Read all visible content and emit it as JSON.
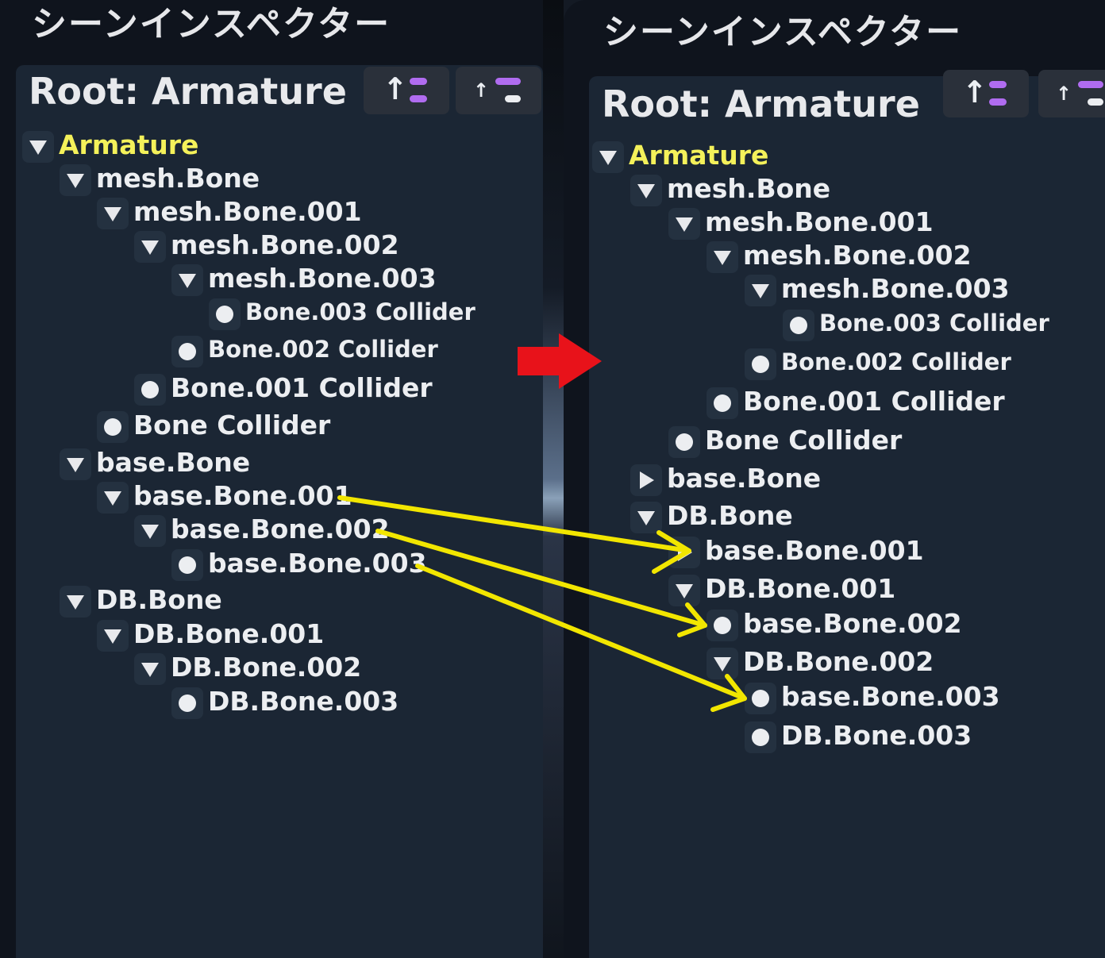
{
  "panel_title": "シーンインスペクター",
  "root_label": "Root: Armature",
  "colors": {
    "root_node": "#f4f15a",
    "sort_accent": "#b06cf0",
    "mapping_arrow": "#f2e600",
    "transition_arrow": "#e8121a"
  },
  "left_tree": [
    {
      "label": "Armature",
      "state": "expanded",
      "depth": 0
    },
    {
      "label": "mesh.Bone",
      "state": "expanded",
      "depth": 1
    },
    {
      "label": "mesh.Bone.001",
      "state": "expanded",
      "depth": 2
    },
    {
      "label": "mesh.Bone.002",
      "state": "expanded",
      "depth": 3
    },
    {
      "label": "mesh.Bone.003",
      "state": "expanded",
      "depth": 4
    },
    {
      "label": "Bone.003 Collider",
      "state": "leaf",
      "depth": 5
    },
    {
      "label": "Bone.002 Collider",
      "state": "leaf",
      "depth": 4
    },
    {
      "label": "Bone.001 Collider",
      "state": "leaf",
      "depth": 3
    },
    {
      "label": "Bone Collider",
      "state": "leaf",
      "depth": 2
    },
    {
      "label": "base.Bone",
      "state": "expanded",
      "depth": 1
    },
    {
      "label": "base.Bone.001",
      "state": "expanded",
      "depth": 2
    },
    {
      "label": "base.Bone.002",
      "state": "expanded",
      "depth": 3
    },
    {
      "label": "base.Bone.003",
      "state": "leaf",
      "depth": 4
    },
    {
      "label": "DB.Bone",
      "state": "expanded",
      "depth": 1
    },
    {
      "label": "DB.Bone.001",
      "state": "expanded",
      "depth": 2
    },
    {
      "label": "DB.Bone.002",
      "state": "expanded",
      "depth": 3
    },
    {
      "label": "DB.Bone.003",
      "state": "leaf",
      "depth": 4
    }
  ],
  "right_tree": [
    {
      "label": "Armature",
      "state": "expanded",
      "depth": 0
    },
    {
      "label": "mesh.Bone",
      "state": "expanded",
      "depth": 1
    },
    {
      "label": "mesh.Bone.001",
      "state": "expanded",
      "depth": 2
    },
    {
      "label": "mesh.Bone.002",
      "state": "expanded",
      "depth": 3
    },
    {
      "label": "mesh.Bone.003",
      "state": "expanded",
      "depth": 4
    },
    {
      "label": "Bone.003 Collider",
      "state": "leaf",
      "depth": 5
    },
    {
      "label": "Bone.002 Collider",
      "state": "leaf",
      "depth": 4
    },
    {
      "label": "Bone.001 Collider",
      "state": "leaf",
      "depth": 3
    },
    {
      "label": "Bone Collider",
      "state": "leaf",
      "depth": 2
    },
    {
      "label": "base.Bone",
      "state": "collapsed",
      "depth": 1
    },
    {
      "label": "DB.Bone",
      "state": "expanded",
      "depth": 1
    },
    {
      "label": "base.Bone.001",
      "state": "collapsed",
      "depth": 2
    },
    {
      "label": "DB.Bone.001",
      "state": "expanded",
      "depth": 2
    },
    {
      "label": "base.Bone.002",
      "state": "leaf",
      "depth": 3
    },
    {
      "label": "DB.Bone.002",
      "state": "expanded",
      "depth": 3
    },
    {
      "label": "base.Bone.003",
      "state": "leaf",
      "depth": 4
    },
    {
      "label": "DB.Bone.003",
      "state": "leaf",
      "depth": 4
    }
  ]
}
